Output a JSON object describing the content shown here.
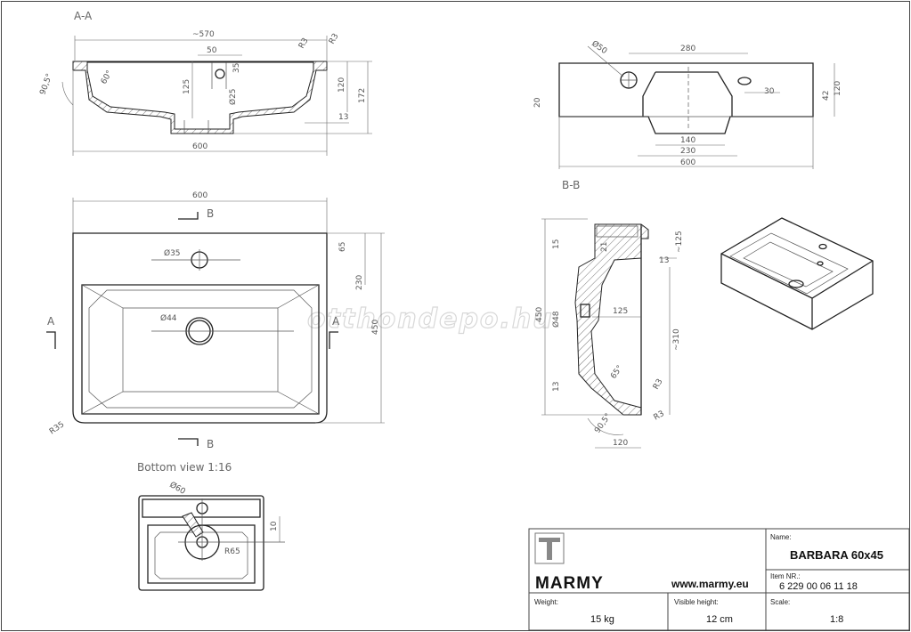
{
  "views": {
    "section_aa": "A-A",
    "section_bb": "B-B",
    "bottom_view": "Bottom view 1:16"
  },
  "markers": {
    "a": "A",
    "b": "B"
  },
  "dims_aa": {
    "width_top": "~570",
    "r3_left": "R3",
    "r3_right": "R3",
    "d50": "50",
    "d35": "35",
    "dia25": "Ø25",
    "h125": "125",
    "h120": "120",
    "h172": "172",
    "angle_90_5": "90,5°",
    "angle_60": "60°",
    "d13": "13",
    "w600": "600"
  },
  "dims_side": {
    "dia50": "Ø50",
    "w280": "280",
    "h120": "120",
    "h42": "42",
    "h20": "20",
    "d30": "30",
    "w140": "140",
    "w230": "230",
    "w600": "600"
  },
  "dims_top": {
    "w600": "600",
    "dia35": "Ø35",
    "dia44": "Ø44",
    "h65": "65",
    "h230": "230",
    "h450": "450",
    "r35": "R35"
  },
  "dims_bb": {
    "h15": "15",
    "h21": "21",
    "d125t": "~125",
    "d13": "13",
    "d125": "125",
    "h450": "450",
    "dia48": "Ø48",
    "d310": "~310",
    "h13": "13",
    "angle_65": "65°",
    "angle_90_5": "90,5°",
    "r3a": "R3",
    "r3b": "R3",
    "w120": "120"
  },
  "dims_bottom": {
    "dia60": "Ø60",
    "d10": "10",
    "r65": "R65"
  },
  "watermark": "otthondepo.hu",
  "title_block": {
    "brand": "MARMY",
    "website": "www.marmy.eu",
    "name_label": "Name:",
    "name_value": "BARBARA 60x45",
    "item_label": "Item NR.:",
    "item_value": "6 229 00 06 11 18",
    "weight_label": "Weight:",
    "weight_value": "15 kg",
    "height_label": "Visible height:",
    "height_value": "12 cm",
    "scale_label": "Scale:",
    "scale_value": "1:8"
  }
}
